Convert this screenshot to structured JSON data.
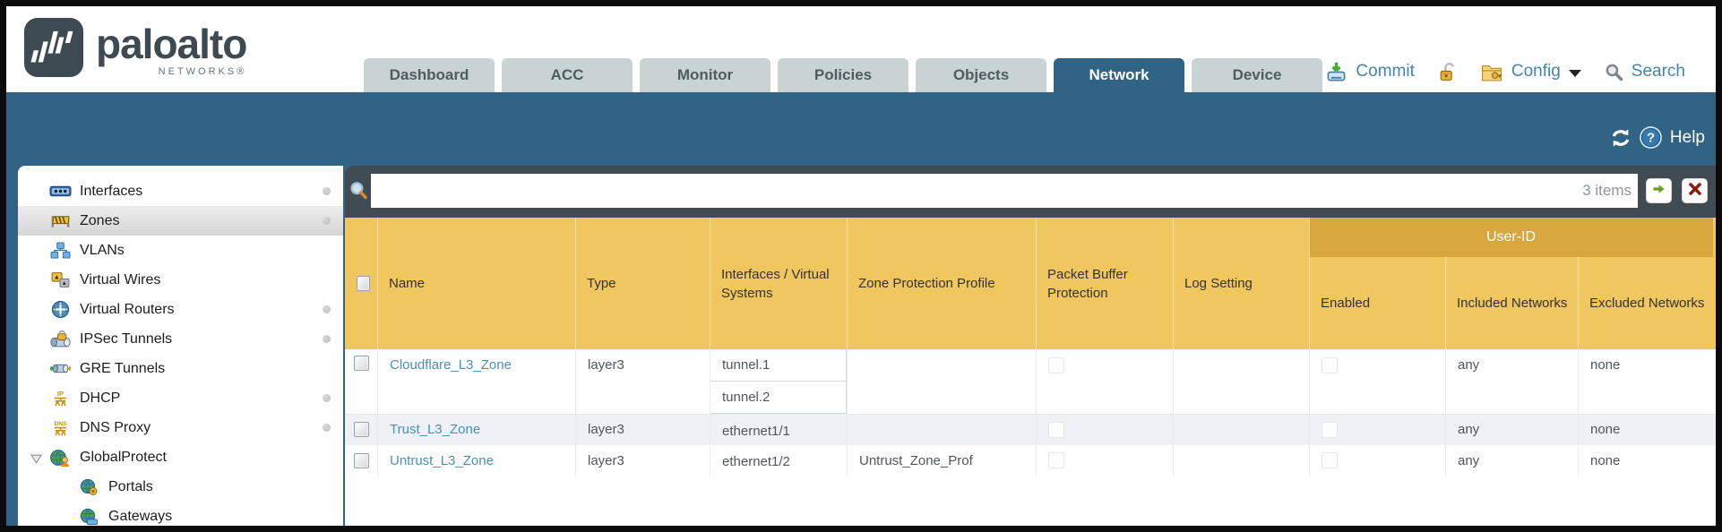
{
  "brand": {
    "logo_text": "paloalto",
    "logo_sub": "NETWORKS®"
  },
  "tabs": {
    "items": [
      "Dashboard",
      "ACC",
      "Monitor",
      "Policies",
      "Objects",
      "Network",
      "Device"
    ],
    "active": "Network"
  },
  "top_actions": {
    "commit": "Commit",
    "config": "Config",
    "search": "Search"
  },
  "band_actions": {
    "help": "Help"
  },
  "sidebar": {
    "items": [
      {
        "label": "Interfaces",
        "dot": true
      },
      {
        "label": "Zones",
        "dot": true,
        "selected": true
      },
      {
        "label": "VLANs",
        "dot": false
      },
      {
        "label": "Virtual Wires",
        "dot": false
      },
      {
        "label": "Virtual Routers",
        "dot": true
      },
      {
        "label": "IPSec Tunnels",
        "dot": true
      },
      {
        "label": "GRE Tunnels",
        "dot": false
      },
      {
        "label": "DHCP",
        "dot": true
      },
      {
        "label": "DNS Proxy",
        "dot": true
      },
      {
        "label": "GlobalProtect",
        "dot": false,
        "expanded": true
      },
      {
        "label": "Portals",
        "dot": false,
        "indent": 1
      },
      {
        "label": "Gateways",
        "dot": false,
        "indent": 1
      }
    ]
  },
  "toolbar": {
    "filter_value": "",
    "items_count": "3 items"
  },
  "table": {
    "group_header": "User-ID",
    "columns": [
      "Name",
      "Type",
      "Interfaces / Virtual Systems",
      "Zone Protection Profile",
      "Packet Buffer Protection",
      "Log Setting",
      "Enabled",
      "Included Networks",
      "Excluded Networks"
    ],
    "rows": [
      {
        "name": "Cloudflare_L3_Zone",
        "type": "layer3",
        "interfaces": [
          "tunnel.1",
          "tunnel.2"
        ],
        "zone_protection_profile": "",
        "log_setting": "",
        "included_networks": "any",
        "excluded_networks": "none"
      },
      {
        "name": "Trust_L3_Zone",
        "type": "layer3",
        "interfaces": [
          "ethernet1/1"
        ],
        "zone_protection_profile": "",
        "log_setting": "",
        "included_networks": "any",
        "excluded_networks": "none"
      },
      {
        "name": "Untrust_L3_Zone",
        "type": "layer3",
        "interfaces": [
          "ethernet1/2"
        ],
        "zone_protection_profile": "Untrust_Zone_Prof",
        "log_setting": "",
        "included_networks": "any",
        "excluded_networks": "none"
      }
    ]
  },
  "colors": {
    "teal_band": "#306384",
    "slate_toolbar": "#404b54",
    "header_orange": "#f0c65e",
    "header_orange_dark": "#d8a83e",
    "tab_inactive": "#c9d3d3",
    "link_blue": "#4a90b8",
    "action_blue": "#4285ad"
  }
}
